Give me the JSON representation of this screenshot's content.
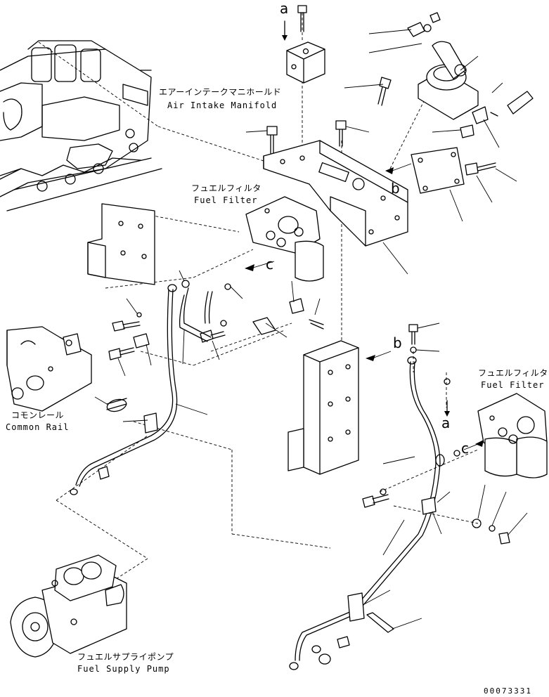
{
  "labels": {
    "air_intake_manifold": {
      "jp": "エアーインテークマニホールド",
      "en": "Air Intake Manifold"
    },
    "fuel_filter_upper": {
      "jp": "フュエルフィルタ",
      "en": "Fuel Filter"
    },
    "fuel_filter_right": {
      "jp": "フュエルフィルタ",
      "en": "Fuel Filter"
    },
    "common_rail": {
      "jp": "コモンレール",
      "en": "Common Rail"
    },
    "fuel_supply_pump": {
      "jp": "フュエルサプライポンプ",
      "en": "Fuel Supply Pump"
    }
  },
  "reference_letters": {
    "a_top": "a",
    "b_upper": "b",
    "c_left": "c",
    "b_mid": "b",
    "a_right": "a",
    "c_right": "c"
  },
  "part_number": "00073331"
}
